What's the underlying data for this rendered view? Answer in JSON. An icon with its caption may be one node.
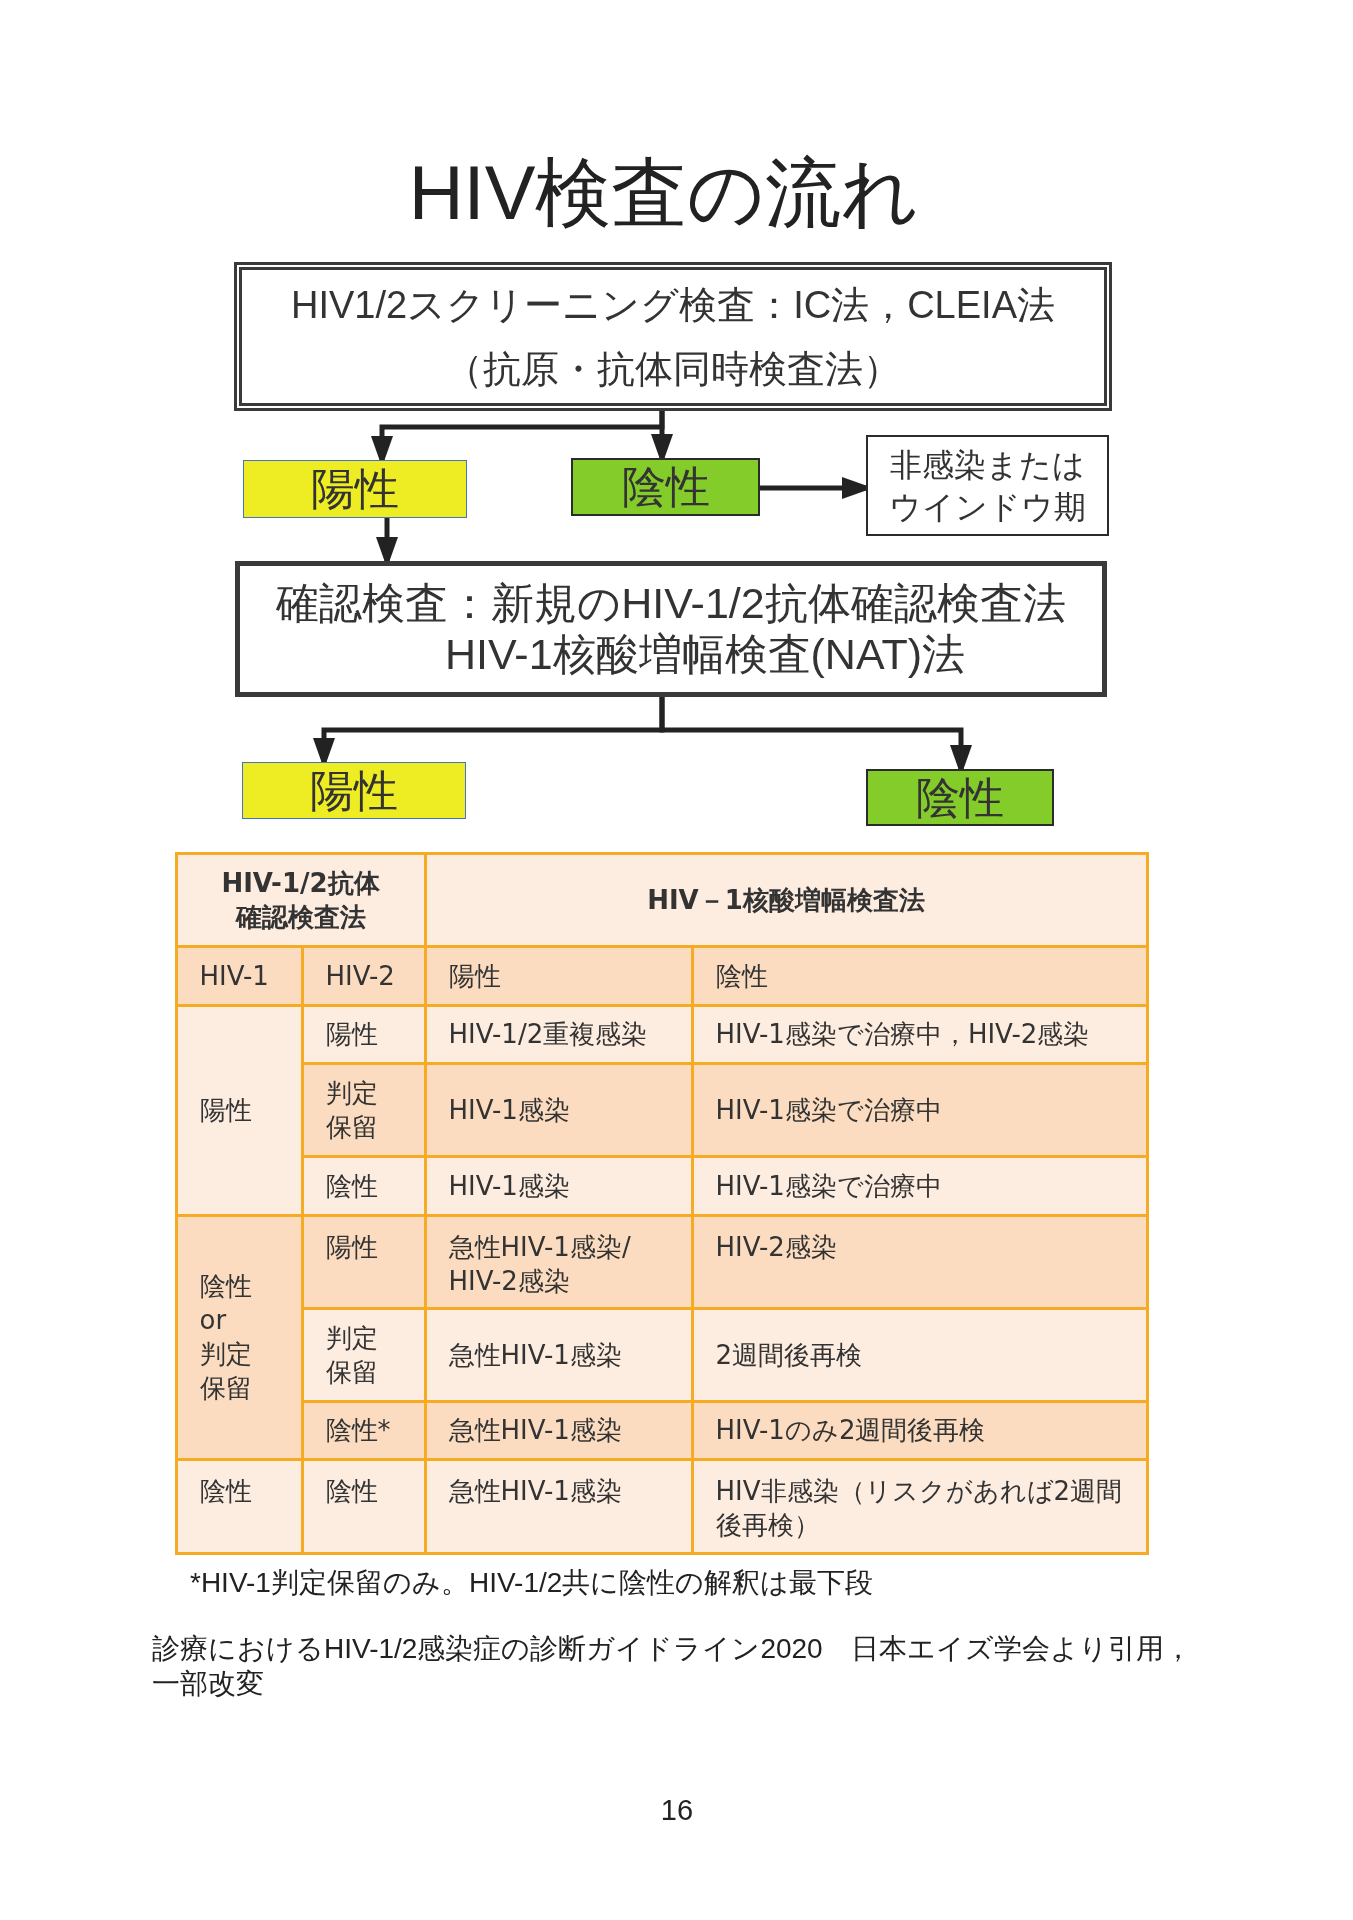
{
  "diagram": {
    "title": "HIV検査の流れ",
    "nodes": [
      {
        "text": [
          "HIV1/2スクリーニング検査：IC法，CLEIA法",
          "（抗原・抗体同時検査法）"
        ]
      },
      {
        "text": [
          "陽性"
        ]
      },
      {
        "text": [
          "陰性"
        ]
      },
      {
        "text": [
          "非感染またはウインドウ期"
        ]
      },
      {
        "text": [
          "確認検査：新規のHIV-1/2抗体確認検査法",
          "HIV-1核酸増幅検査(NAT)法"
        ]
      },
      {
        "text": [
          "陽性"
        ]
      },
      {
        "text": [
          "陰性"
        ]
      }
    ],
    "edges": [
      {
        "from": 0,
        "to": 1,
        "arrow": "to"
      },
      {
        "from": 0,
        "to": 2,
        "arrow": "to"
      },
      {
        "from": 2,
        "to": 3,
        "arrow": "to"
      },
      {
        "from": 1,
        "to": 4,
        "arrow": "to"
      },
      {
        "from": 4,
        "to": 5,
        "arrow": "to"
      },
      {
        "from": 4,
        "to": 6,
        "arrow": "to"
      }
    ],
    "labels": [
      "HIV-1/2抗体確認検査法",
      "HIV－1核酸増幅検査法",
      "HIV-1",
      "HIV-2",
      "陽性",
      "陰性",
      "陽性",
      "陽性",
      "HIV-1/2重複感染",
      "HIV-1感染で治療中，HIV-2感染",
      "判定保留",
      "HIV-1感染",
      "HIV-1感染で治療中",
      "陰性",
      "HIV-1感染",
      "HIV-1感染で治療中",
      "陰性 or 判定保留",
      "陽性",
      "急性HIV-1感染/HIV-2感染",
      "HIV-2感染",
      "判定保留",
      "急性HIV-1感染",
      "2週間後再検",
      "陰性*",
      "急性HIV-1感染",
      "HIV-1のみ2週間後再検",
      "陰性",
      "陰性",
      "急性HIV-1感染",
      "HIV非感染（リスクがあれば2週間後再検）",
      "*HIV-1判定保留のみ。HIV-1/2共に陰性の解釈は最下段",
      "診療におけるHIV-1/2感染症の診断ガイドライン2020　日本エイズ学会より引用，一部改変",
      "16"
    ]
  }
}
